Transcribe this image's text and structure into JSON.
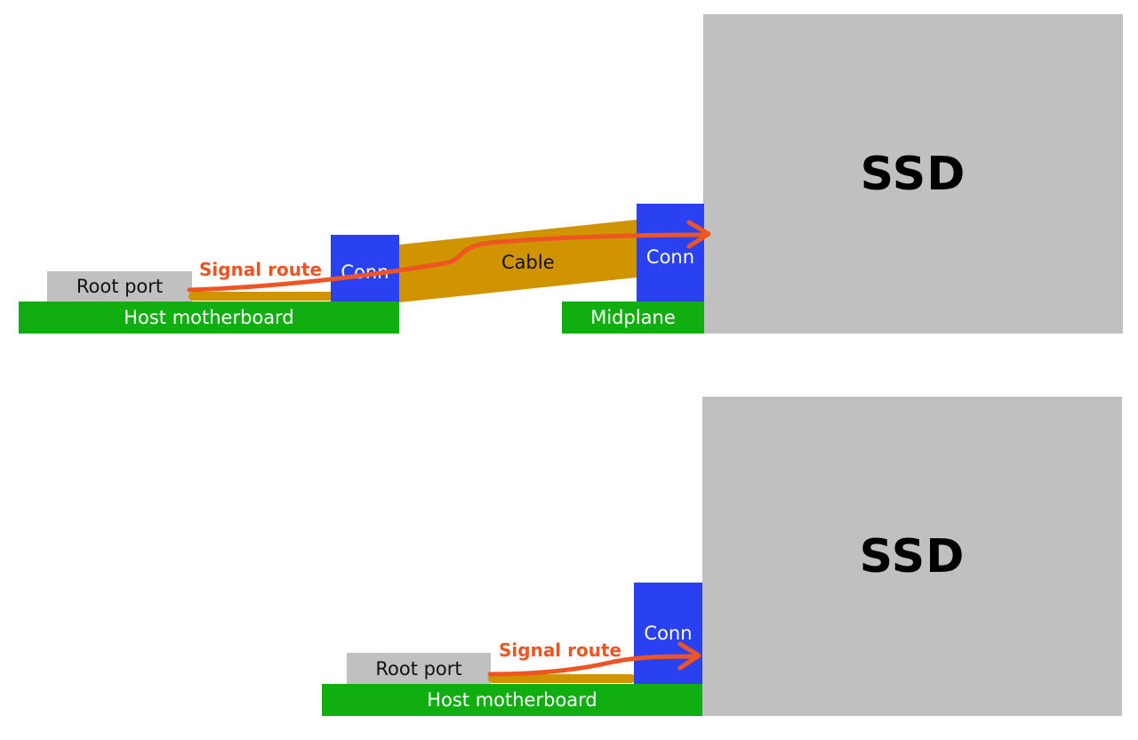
{
  "colors": {
    "ssd": "#c0c0c0",
    "board": "#11ae11",
    "connector": "#2a41f2",
    "root_port": "#c0c0c0",
    "cable_trace": "#cf9400",
    "signal_route": "#ee5522"
  },
  "top": {
    "ssd_label": "SSD",
    "connector_host_label": "Conn",
    "connector_ssd_label": "Conn",
    "cable_label": "Cable",
    "root_port_label": "Root port",
    "motherboard_label": "Host motherboard",
    "midplane_label": "Midplane",
    "signal_label": "Signal route"
  },
  "bottom": {
    "ssd_label": "SSD",
    "connector_label": "Conn",
    "root_port_label": "Root port",
    "motherboard_label": "Host motherboard",
    "signal_label": "Signal route"
  }
}
